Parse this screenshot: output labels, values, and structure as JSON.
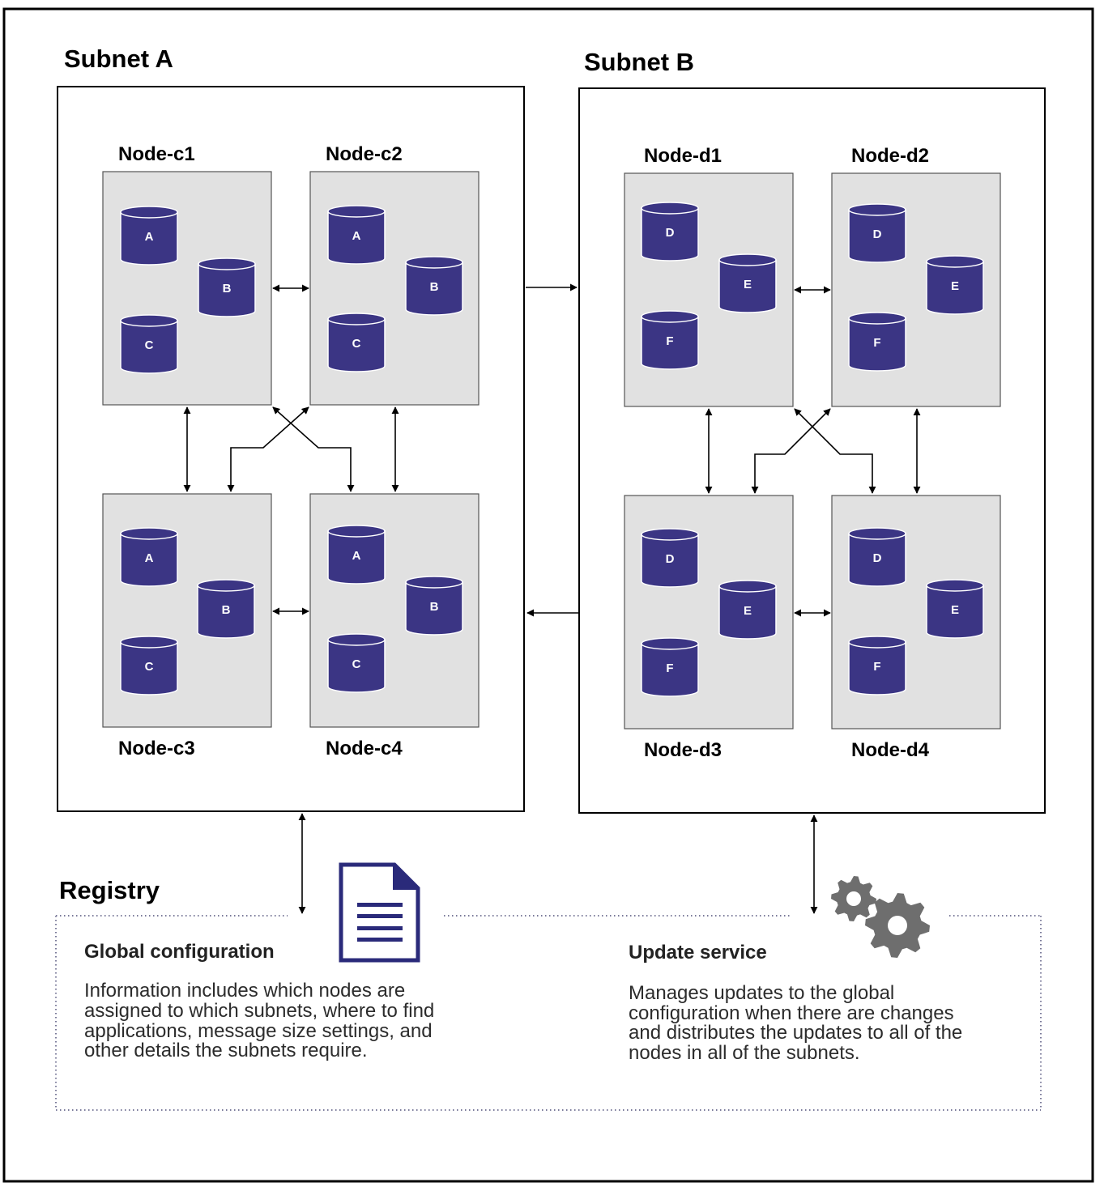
{
  "subnets": [
    {
      "title": "Subnet A",
      "nodes": [
        {
          "label": "Node-c1",
          "dbs": [
            "A",
            "B",
            "C"
          ]
        },
        {
          "label": "Node-c2",
          "dbs": [
            "A",
            "B",
            "C"
          ]
        },
        {
          "label": "Node-c3",
          "dbs": [
            "A",
            "B",
            "C"
          ]
        },
        {
          "label": "Node-c4",
          "dbs": [
            "A",
            "B",
            "C"
          ]
        }
      ]
    },
    {
      "title": "Subnet B",
      "nodes": [
        {
          "label": "Node-d1",
          "dbs": [
            "D",
            "E",
            "F"
          ]
        },
        {
          "label": "Node-d2",
          "dbs": [
            "D",
            "E",
            "F"
          ]
        },
        {
          "label": "Node-d3",
          "dbs": [
            "D",
            "E",
            "F"
          ]
        },
        {
          "label": "Node-d4",
          "dbs": [
            "D",
            "E",
            "F"
          ]
        }
      ]
    }
  ],
  "registry": {
    "title": "Registry",
    "global_config": {
      "title": "Global configuration",
      "icon": "document-icon",
      "lines": [
        "Information includes which nodes are",
        "assigned to which subnets, where to find",
        "applications, message size settings, and",
        "other details the subnets require."
      ]
    },
    "update_service": {
      "title": "Update service",
      "icon": "gears-icon",
      "lines": [
        "Manages updates to the global",
        "configuration when there are changes",
        "and distributes the updates to all of the",
        "nodes in all of the subnets."
      ]
    }
  },
  "colors": {
    "database": "#3b3584",
    "node_fill": "#e1e1e1",
    "document_icon": "#2a2a7a",
    "gear_icon": "#6e6e6e",
    "registry_border": "#7a7a9a"
  }
}
